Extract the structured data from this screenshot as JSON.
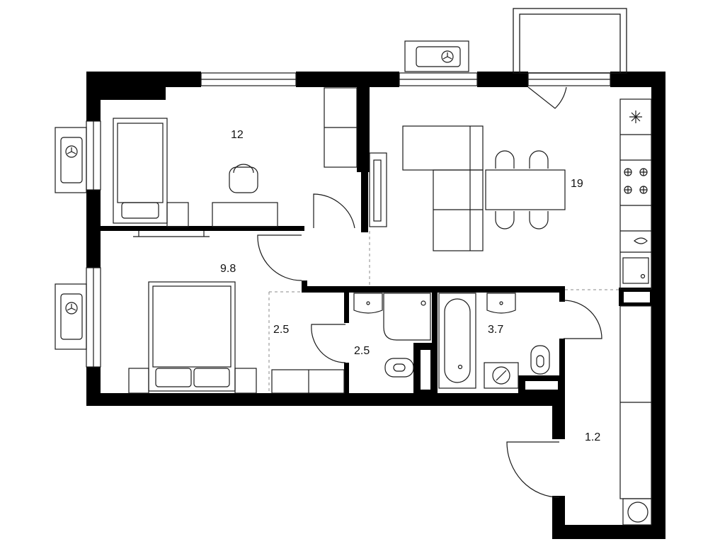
{
  "plan": {
    "rooms": [
      {
        "id": "bedroom",
        "area": "12"
      },
      {
        "id": "living-kitchen",
        "area": "19"
      },
      {
        "id": "second-bedroom",
        "area": "9.8"
      },
      {
        "id": "wardrobe",
        "area": "2.5"
      },
      {
        "id": "wc",
        "area": "2.5"
      },
      {
        "id": "bathroom",
        "area": "3.7"
      },
      {
        "id": "hall",
        "area": "1.2"
      }
    ]
  },
  "colors": {
    "wall": "#000000",
    "line": "#1a1a1a",
    "background": "#ffffff"
  },
  "icons": [
    "fan-icon",
    "snowflake-icon",
    "stove-icon",
    "sink-icon",
    "toilet-icon",
    "bathtub-icon",
    "shower-icon",
    "boiler-icon",
    "door-icon"
  ]
}
